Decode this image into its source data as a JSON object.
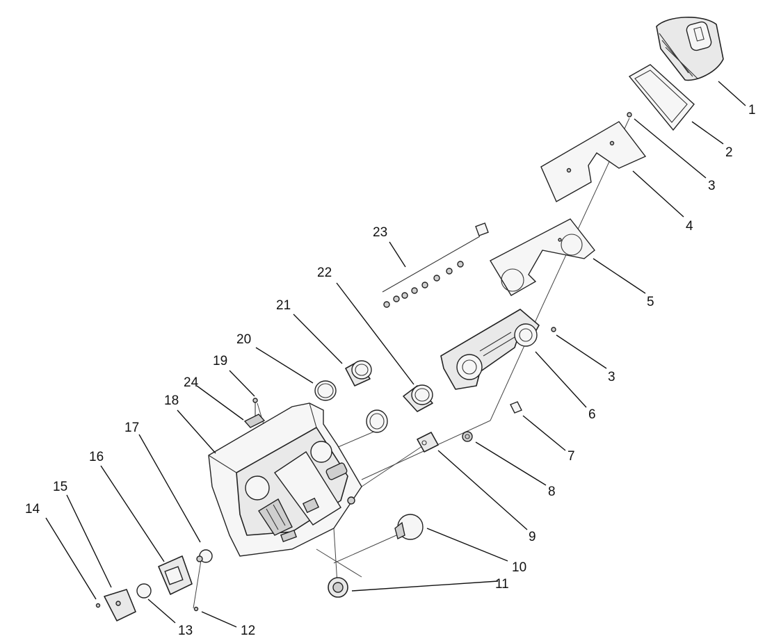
{
  "callouts": {
    "c1": "1",
    "c2": "2",
    "c3a": "3",
    "c3b": "3",
    "c4": "4",
    "c5": "5",
    "c6": "6",
    "c7": "7",
    "c8": "8",
    "c9": "9",
    "c10": "10",
    "c11": "11",
    "c12": "12",
    "c13": "13",
    "c14": "14",
    "c15": "15",
    "c16": "16",
    "c17": "17",
    "c18": "18",
    "c19": "19",
    "c20": "20",
    "c21": "21",
    "c22": "22",
    "c23": "23",
    "c24": "24"
  }
}
